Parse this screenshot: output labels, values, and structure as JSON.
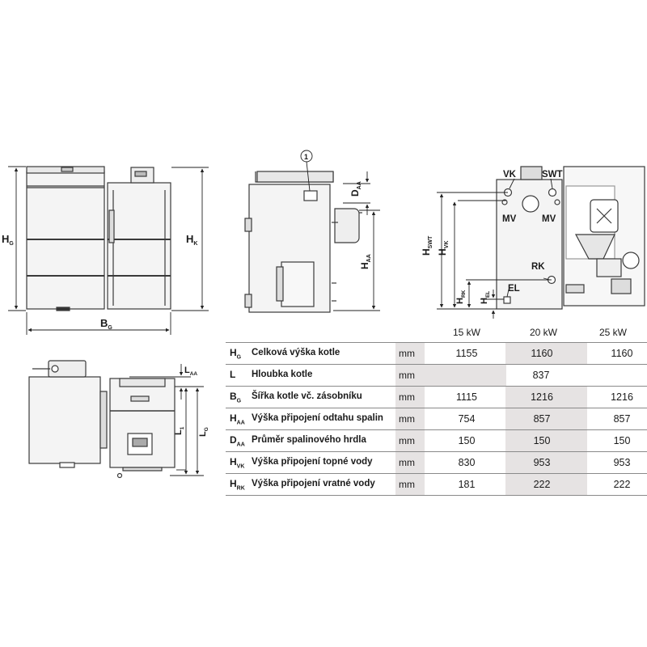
{
  "drawings": {
    "front_view": {
      "labels": {
        "hg": "H",
        "hg_sub": "G",
        "hk": "H",
        "hk_sub": "K",
        "bg": "B",
        "bg_sub": "G"
      }
    },
    "side_view": {
      "labels": {
        "callout": "1",
        "daa": "D",
        "daa_sub": "AA",
        "haa": "H",
        "haa_sub": "AA"
      }
    },
    "rear_view": {
      "labels": {
        "vk": "VK",
        "swt": "SWT",
        "mv_left": "MV",
        "mv_right": "MV",
        "rk": "RK",
        "el": "EL",
        "hswt": "H",
        "hswt_sub": "SWT",
        "hvk": "H",
        "hvk_sub": "VK",
        "hrk": "H",
        "hrk_sub": "RK",
        "hel": "H",
        "hel_sub": "EL"
      }
    },
    "top_view": {
      "labels": {
        "laa": "L",
        "laa_sub": "AA",
        "l1": "L",
        "l1_sub": "1",
        "lg": "L",
        "lg_sub": "G"
      }
    }
  },
  "table": {
    "columns": [
      "15 kW",
      "20 kW",
      "25 kW"
    ],
    "rows": [
      {
        "sym": "H",
        "sub": "G",
        "desc": "Celková výška kotle",
        "unit": "mm",
        "v15": "1155",
        "v20": "1160",
        "v25": "1160"
      },
      {
        "sym": "L",
        "sub": "",
        "desc": "Hloubka kotle",
        "unit": "mm",
        "merged": "837"
      },
      {
        "sym": "B",
        "sub": "G",
        "desc": "Šířka kotle vč. zásobníku",
        "unit": "mm",
        "v15": "1115",
        "v20": "1216",
        "v25": "1216"
      },
      {
        "sym": "H",
        "sub": "AA",
        "desc": "Výška připojení odtahu spalin",
        "unit": "mm",
        "v15": "754",
        "v20": "857",
        "v25": "857"
      },
      {
        "sym": "D",
        "sub": "AA",
        "desc": "Průměr spalinového hrdla",
        "unit": "mm",
        "v15": "150",
        "v20": "150",
        "v25": "150"
      },
      {
        "sym": "H",
        "sub": "VK",
        "desc": "Výška připojení topné vody",
        "unit": "mm",
        "v15": "830",
        "v20": "953",
        "v25": "953"
      },
      {
        "sym": "H",
        "sub": "RK",
        "desc": "Výška připojení vratné vody",
        "unit": "mm",
        "v15": "181",
        "v20": "222",
        "v25": "222"
      }
    ]
  }
}
